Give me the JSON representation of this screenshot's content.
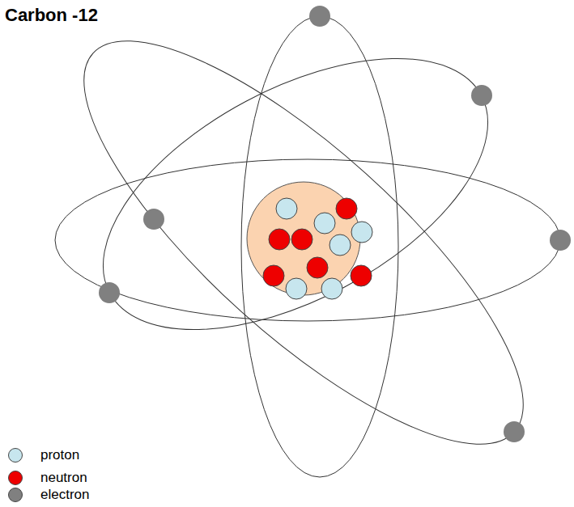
{
  "diagram": {
    "title": "Carbon -12",
    "legend": [
      {
        "text": "proton",
        "color": "#c7e6ee"
      },
      {
        "text": "neutron",
        "color": "#ee0000"
      },
      {
        "text": "electron",
        "color": "#808080"
      }
    ]
  }
}
